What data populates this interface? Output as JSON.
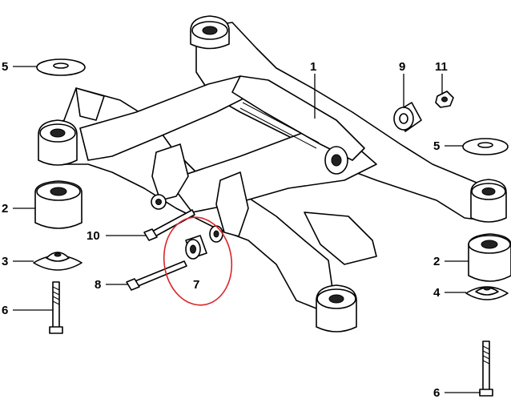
{
  "callouts": [
    {
      "id": "c1",
      "text": "1"
    },
    {
      "id": "c9",
      "text": "9"
    },
    {
      "id": "c11",
      "text": "11"
    },
    {
      "id": "c5a",
      "text": "5"
    },
    {
      "id": "c5b",
      "text": "5"
    },
    {
      "id": "c2a",
      "text": "2"
    },
    {
      "id": "c2b",
      "text": "2"
    },
    {
      "id": "c3",
      "text": "3"
    },
    {
      "id": "c4",
      "text": "4"
    },
    {
      "id": "c6a",
      "text": "6"
    },
    {
      "id": "c6b",
      "text": "6"
    },
    {
      "id": "c10",
      "text": "10"
    },
    {
      "id": "c8",
      "text": "8"
    },
    {
      "id": "c7",
      "text": "7"
    }
  ],
  "highlight_color": "#d9252a"
}
